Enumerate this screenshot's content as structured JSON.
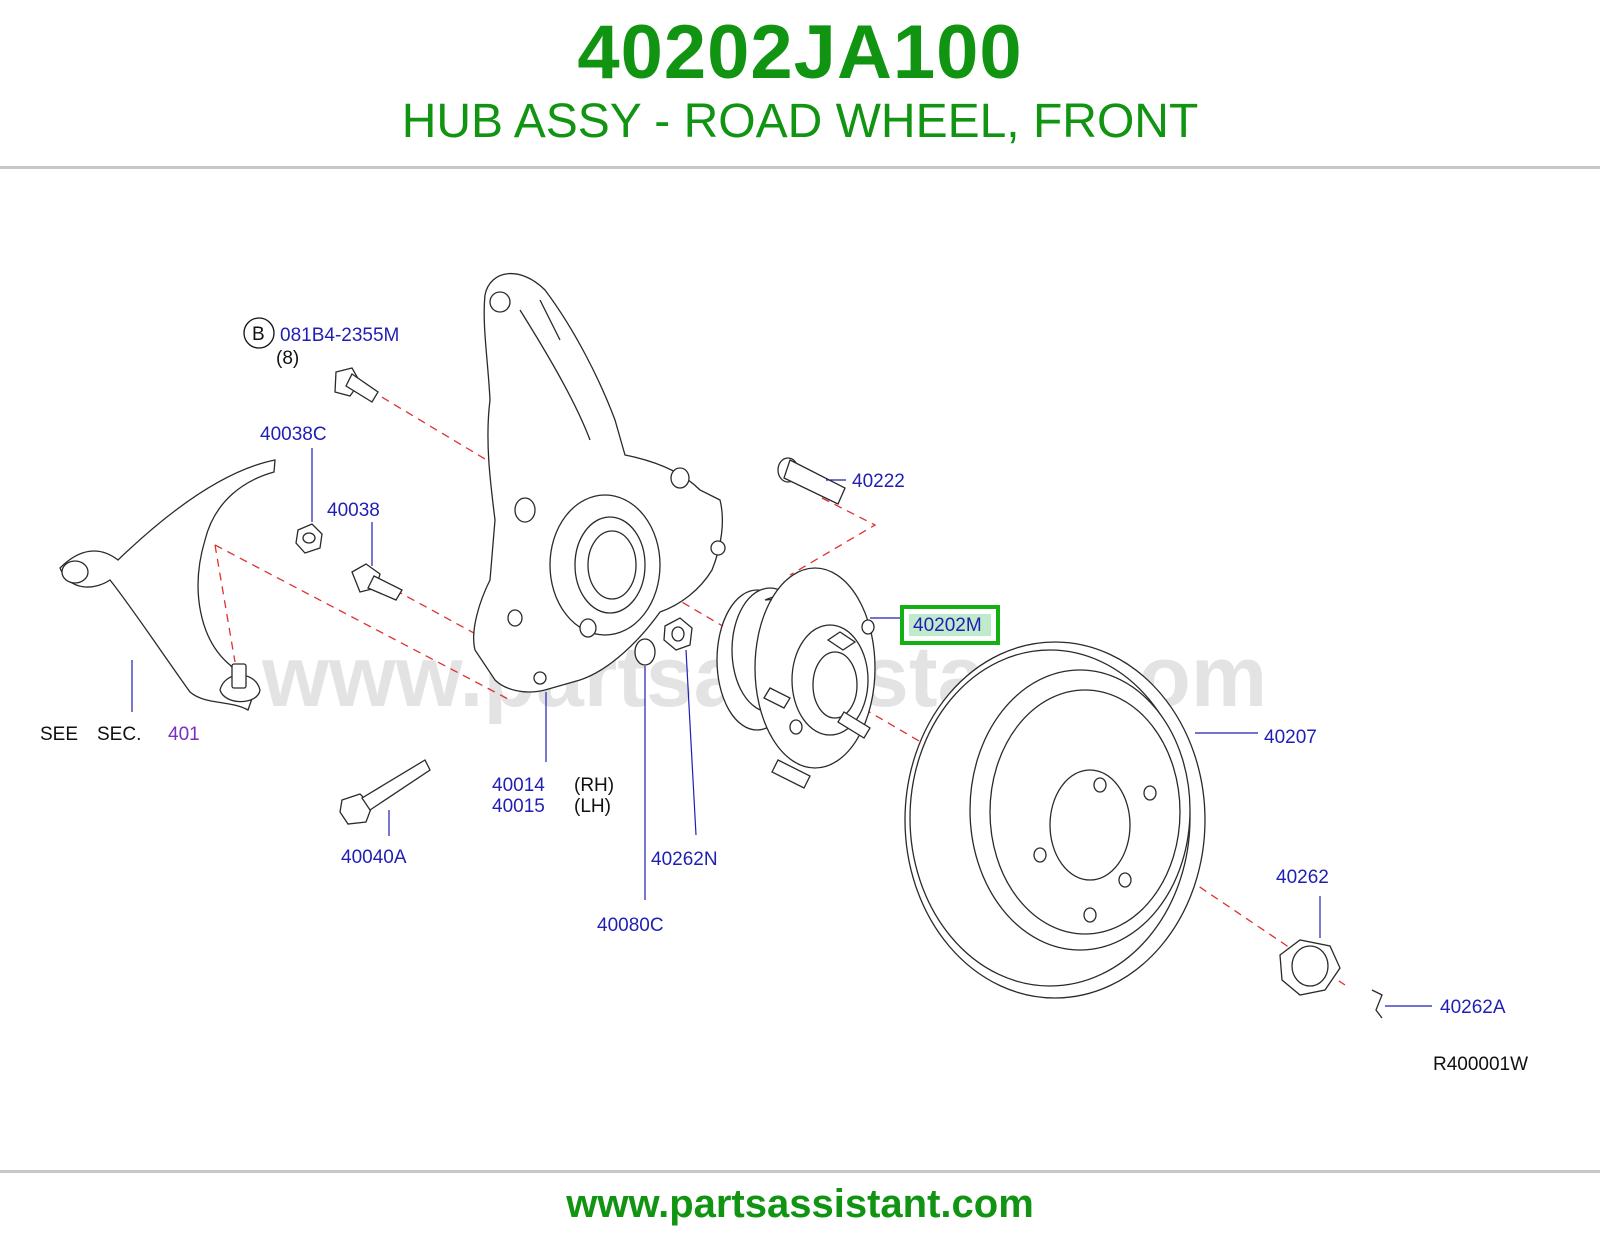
{
  "header": {
    "part_number": "40202JA100",
    "title": "HUB ASSY - ROAD WHEEL, FRONT"
  },
  "diagram": {
    "labels": {
      "bolt_circle": "B",
      "bolt_part": "081B4-2355M",
      "bolt_qty": "(8)",
      "nut_40038c": "40038C",
      "bolt_40038": "40038",
      "see": "SEE",
      "sec": "SEC.",
      "sec_number": "401",
      "knuckle_rh": "40014",
      "rh": "(RH)",
      "knuckle_lh": "40015",
      "lh": "(LH)",
      "bolt_40040a": "40040A",
      "ring_40080c": "40080C",
      "nut_40262n": "40262N",
      "stud_40222": "40222",
      "hub_40202m": "40202M",
      "rotor_40207": "40207",
      "nut_40262": "40262",
      "pin_40262a": "40262A",
      "diagram_code": "R400001W"
    },
    "watermark": "www.partsassistant.com",
    "highlight_color": "#12b012"
  },
  "footer": {
    "url": "www.partsassistant.com"
  },
  "colors": {
    "brand_green": "#119411",
    "label_blue": "#1f1fb4",
    "section_purple": "#7a2fc0",
    "dash_red": "#e03030"
  }
}
